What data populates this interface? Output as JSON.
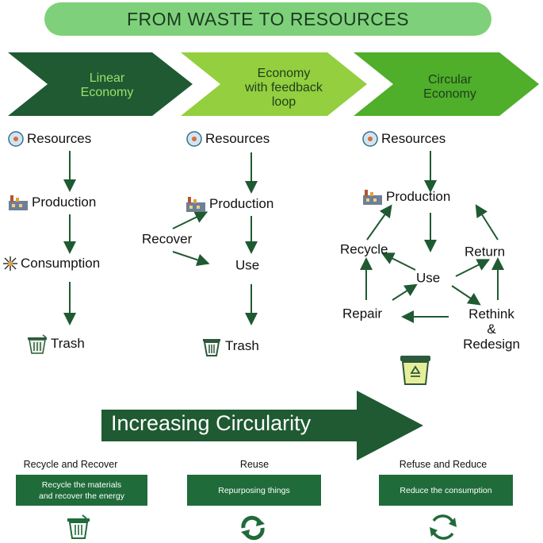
{
  "title": "FROM WASTE TO RESOURCES",
  "colors": {
    "dark_green": "#1f6b3a",
    "mid_green": "#8fd04a",
    "bright_green": "#55b82a",
    "pill": "#7ed17a"
  },
  "chevrons": [
    {
      "lines": [
        "Linear",
        "Economy"
      ]
    },
    {
      "lines": [
        "Economy",
        "with feedback",
        "loop"
      ]
    },
    {
      "lines": [
        "Circular",
        "Economy"
      ]
    }
  ],
  "linear": {
    "resources": "Resources",
    "production": "Production",
    "consumption": "Consumption",
    "trash": "Trash"
  },
  "feedback": {
    "resources": "Resources",
    "production": "Production",
    "recover": "Recover",
    "use": "Use",
    "trash": "Trash"
  },
  "circular": {
    "resources": "Resources",
    "production": "Production",
    "recycle": "Recycle",
    "return": "Return",
    "use": "Use",
    "repair": "Repair",
    "rethink": "Rethink",
    "amp": "&",
    "redesign": "Redesign"
  },
  "increasing": "Increasing Circularity",
  "stages": [
    {
      "caption": "Recycle and Recover",
      "box": [
        "Recycle the materials",
        "and recover the energy"
      ]
    },
    {
      "caption": "Reuse",
      "box": [
        "Repurposing things"
      ]
    },
    {
      "caption": "Refuse and Reduce",
      "box": [
        "Reduce the consumption"
      ]
    }
  ]
}
